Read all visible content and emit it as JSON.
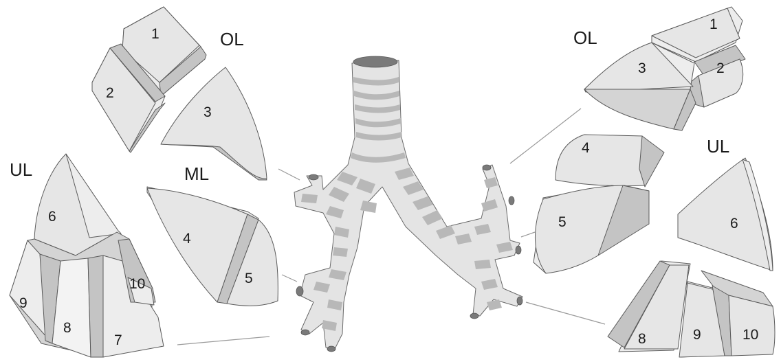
{
  "labels": {
    "left_ol": "OL",
    "left_ml": "ML",
    "left_ul": "UL",
    "right_ol": "OL",
    "right_ul": "UL"
  },
  "segments_left": {
    "s1": "1",
    "s2": "2",
    "s3": "3",
    "s4": "4",
    "s5": "5",
    "s6": "6",
    "s7": "7",
    "s8": "8",
    "s9": "9",
    "s10": "10"
  },
  "segments_right": {
    "s1": "1",
    "s2": "2",
    "s3": "3",
    "s4": "4",
    "s5": "5",
    "s6": "6",
    "s8": "8",
    "s9": "9",
    "s10": "10"
  }
}
